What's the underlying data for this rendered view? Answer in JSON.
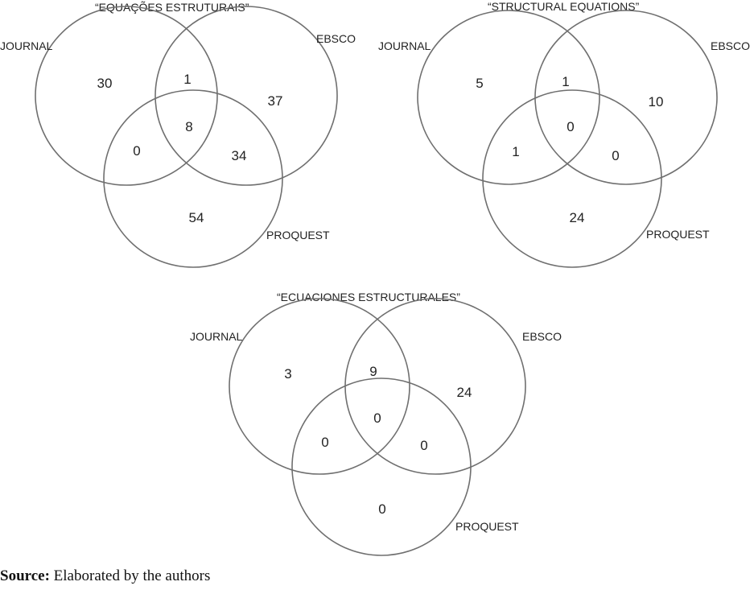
{
  "diagrams": [
    {
      "title": "“EQUAÇÕES ESTRUTURAIS”",
      "set_labels": {
        "journal": "JOURNAL",
        "ebsco": "EBSCO",
        "proquest": "PROQUEST"
      },
      "counts": {
        "journal_only": "30",
        "journal_ebsco": "1",
        "ebsco_only": "37",
        "all_three": "8",
        "journal_proquest": "0",
        "ebsco_proquest": "34",
        "proquest_only": "54"
      }
    },
    {
      "title": "“STRUCTURAL EQUATIONS”",
      "set_labels": {
        "journal": "JOURNAL",
        "ebsco": "EBSCO",
        "proquest": "PROQUEST"
      },
      "counts": {
        "journal_only": "5",
        "journal_ebsco": "1",
        "ebsco_only": "10",
        "all_three": "0",
        "journal_proquest": "1",
        "ebsco_proquest": "0",
        "proquest_only": "24"
      }
    },
    {
      "title": "“ECUACIONES ESTRUCTURALES”",
      "set_labels": {
        "journal": "JOURNAL",
        "ebsco": "EBSCO",
        "proquest": "PROQUEST"
      },
      "counts": {
        "journal_only": "3",
        "journal_ebsco": "9",
        "ebsco_only": "24",
        "all_three": "0",
        "journal_proquest": "0",
        "ebsco_proquest": "0",
        "proquest_only": "0"
      }
    }
  ],
  "source": {
    "label": "Source:",
    "text": "Elaborated by the authors"
  }
}
